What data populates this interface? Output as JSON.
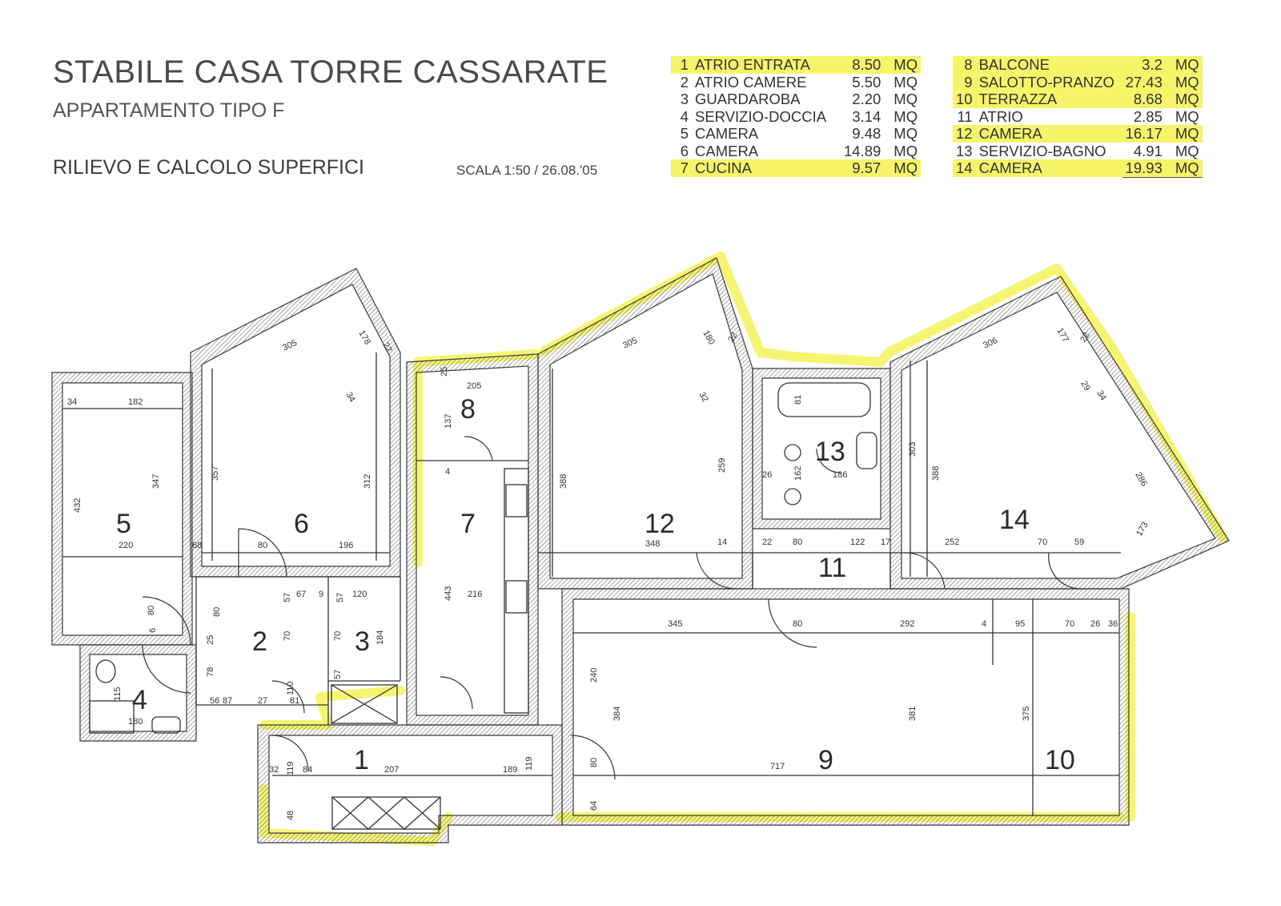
{
  "header": {
    "title": "STABILE CASA TORRE CASSARATE",
    "subtitle": "APPARTAMENTO TIPO F",
    "survey": "RILIEVO E CALCOLO SUPERFICI",
    "scale": "SCALA 1:50 / 26.08.'05"
  },
  "areas_left": [
    {
      "num": "1",
      "name": "ATRIO ENTRATA",
      "value": "8.50",
      "unit": "MQ"
    },
    {
      "num": "2",
      "name": "ATRIO CAMERE",
      "value": "5.50",
      "unit": "MQ"
    },
    {
      "num": "3",
      "name": "GUARDAROBA",
      "value": "2.20",
      "unit": "MQ"
    },
    {
      "num": "4",
      "name": "SERVIZIO-DOCCIA",
      "value": "3.14",
      "unit": "MQ"
    },
    {
      "num": "5",
      "name": "CAMERA",
      "value": "9.48",
      "unit": "MQ"
    },
    {
      "num": "6",
      "name": "CAMERA",
      "value": "14.89",
      "unit": "MQ"
    },
    {
      "num": "7",
      "name": "CUCINA",
      "value": "9.57",
      "unit": "MQ"
    }
  ],
  "areas_right": [
    {
      "num": "8",
      "name": "BALCONE",
      "value": "3.2",
      "unit": "MQ"
    },
    {
      "num": "9",
      "name": "SALOTTO-PRANZO",
      "value": "27.43",
      "unit": "MQ"
    },
    {
      "num": "10",
      "name": "TERRAZZA",
      "value": "8.68",
      "unit": "MQ"
    },
    {
      "num": "11",
      "name": "ATRIO",
      "value": "2.85",
      "unit": "MQ"
    },
    {
      "num": "12",
      "name": "CAMERA",
      "value": "16.17",
      "unit": "MQ"
    },
    {
      "num": "13",
      "name": "SERVIZIO-BAGNO",
      "value": "4.91",
      "unit": "MQ"
    },
    {
      "num": "14",
      "name": "CAMERA",
      "value": "19.93",
      "unit": "MQ"
    }
  ],
  "rooms": {
    "r1": "1",
    "r2": "2",
    "r3": "3",
    "r4": "4",
    "r5": "5",
    "r6": "6",
    "r7": "7",
    "r8": "8",
    "r9": "9",
    "r10": "10",
    "r11": "11",
    "r12": "12",
    "r13": "13",
    "r14": "14"
  },
  "dims": {
    "d34": "34",
    "d182": "182",
    "d432": "432",
    "d347": "347",
    "d220": "220",
    "d305a": "305",
    "d178": "178",
    "d22a": "22",
    "d34b": "34",
    "d357": "357",
    "d312": "312",
    "d68": "68",
    "d80a": "80",
    "d196": "196",
    "d25": "25",
    "d205": "205",
    "d137": "137",
    "d4": "4",
    "d443": "443",
    "d216": "216",
    "d305b": "305",
    "d180": "180",
    "d22b": "22",
    "d32": "32",
    "d388a": "388",
    "d259": "259",
    "d348": "348",
    "d81": "81",
    "d26": "26",
    "d162": "162",
    "d186": "186",
    "d306": "306",
    "d177": "177",
    "d22c": "22",
    "d29": "29",
    "d34c": "34",
    "d303": "303",
    "d388b": "388",
    "d286": "286",
    "d14": "14",
    "d22d": "22",
    "d80b": "80",
    "d122": "122",
    "d17": "17",
    "d252": "252",
    "d70a": "70",
    "d59": "59",
    "d173": "173",
    "d80c": "80",
    "d67": "67",
    "d9": "9",
    "d120": "120",
    "d57a": "57",
    "d57b": "57",
    "d70b": "70",
    "d70c": "70",
    "d184": "184",
    "d25b": "25",
    "d78": "78",
    "d57c": "57",
    "d56": "56",
    "d87": "87",
    "d27": "27",
    "d110": "110",
    "d81b": "81",
    "d180b": "180",
    "d115": "115",
    "d80d": "80",
    "d345": "345",
    "d80e": "80",
    "d292": "292",
    "d4b": "4",
    "d95": "95",
    "d70d": "70",
    "d26b": "26",
    "d36": "36",
    "d240": "240",
    "d384": "384",
    "d381": "381",
    "d375": "375",
    "d32b": "32",
    "d119a": "119",
    "d84": "84",
    "d207": "207",
    "d189": "189",
    "d119b": "119",
    "d48": "48",
    "d717": "717",
    "d80f": "80",
    "d64": "64",
    "d6": "6"
  },
  "colors": {
    "highlight": "#f6f56a",
    "wall": "#3a3a3a",
    "line": "#333333"
  }
}
